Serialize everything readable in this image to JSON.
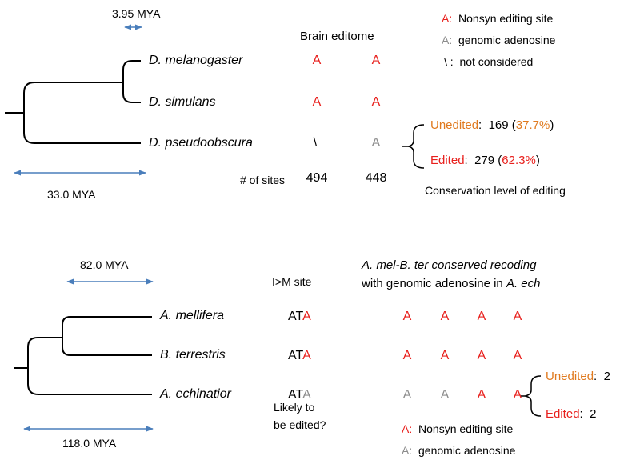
{
  "colors": {
    "editing": "#e8201d",
    "genomic": "#8c8c8c",
    "unedited": "#e07a1f",
    "scale": "#4a7ebb",
    "tree": "#000000"
  },
  "top_panel": {
    "scale_small": "3.95 MYA",
    "scale_large": "33.0 MYA",
    "column_header": "Brain editome",
    "species": [
      {
        "name": "D. melanogaster",
        "col1": "A",
        "col2": "A"
      },
      {
        "name": "D. simulans",
        "col1": "A",
        "col2": "A"
      },
      {
        "name": "D. pseudoobscura",
        "col1": "\\",
        "col2": "A"
      }
    ],
    "sites_label": "# of sites",
    "sites": [
      "494",
      "448"
    ],
    "legend": [
      {
        "glyph": "A",
        "sep": ":",
        "text": "Nonsyn editing site"
      },
      {
        "glyph": "A",
        "sep": ":",
        "text": "genomic adenosine"
      },
      {
        "glyph": "\\",
        "sep": ":",
        "text": "not considered"
      }
    ],
    "unedited": {
      "label": "Unedited",
      "sep": ":",
      "count": "169",
      "open": "(",
      "pct": "37.7%",
      "close": ")"
    },
    "edited": {
      "label": "Edited",
      "sep": ":",
      "count": "279",
      "open": "(",
      "pct": "62.3%",
      "close": ")"
    },
    "footer": "Conservation level of editing"
  },
  "bottom_panel": {
    "scale_top": "82.0 MYA",
    "scale_bottom": "118.0 MYA",
    "site_header": "I>M site",
    "title_line1": "A. mel-B. ter conserved recoding",
    "title_line2_prefix": "with genomic adenosine in ",
    "title_line2_species": "A. ech",
    "species": [
      {
        "name": "A. mellifera",
        "codon_prefix": "AT",
        "codon_last": "A",
        "sites": [
          "A",
          "A",
          "A",
          "A"
        ]
      },
      {
        "name": "B. terrestris",
        "codon_prefix": "AT",
        "codon_last": "A",
        "sites": [
          "A",
          "A",
          "A",
          "A"
        ]
      },
      {
        "name": "A. echinatior",
        "codon_prefix": "AT",
        "codon_last": "A",
        "sites": [
          "A",
          "A",
          "A",
          "A"
        ]
      }
    ],
    "question_line1": "Likely to",
    "question_line2": "be edited?",
    "unedited": {
      "label": "Unedited",
      "sep": ":",
      "count": "2"
    },
    "edited": {
      "label": "Edited",
      "sep": ":",
      "count": "2"
    },
    "legend": [
      {
        "glyph": "A",
        "sep": ":",
        "text": "Nonsyn editing site"
      },
      {
        "glyph": "A",
        "sep": ":",
        "text": "genomic adenosine"
      }
    ]
  }
}
